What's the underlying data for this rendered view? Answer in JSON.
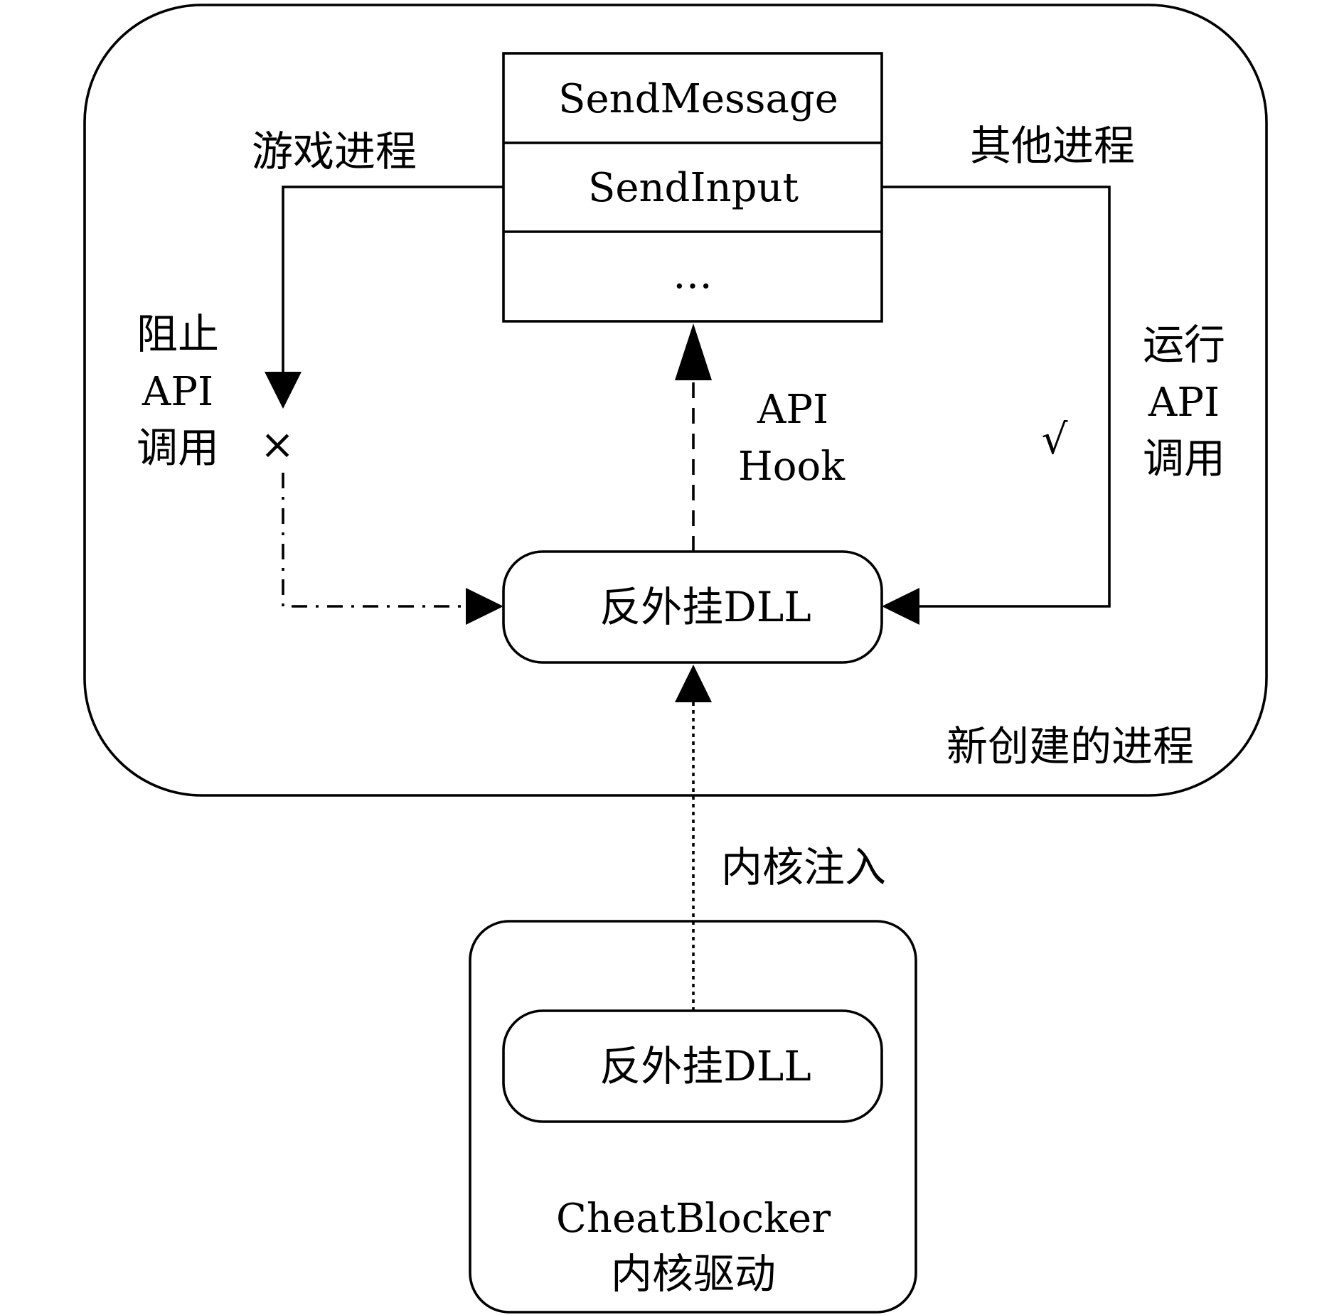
{
  "process_container": {
    "label": "新创建的进程"
  },
  "api_table": {
    "rows": [
      "SendMessage",
      "SendInput",
      "…"
    ]
  },
  "anticheat_dll_main": {
    "label": "反外挂DLL"
  },
  "game_process_label": "游戏进程",
  "other_process_label": "其他进程",
  "block_label": {
    "line1": "阻止",
    "line2": "API",
    "line3": "调用"
  },
  "run_label": {
    "line1": "运行",
    "line2": "API",
    "line3": "调用"
  },
  "api_hook_label": {
    "line1": "API",
    "line2": "Hook"
  },
  "block_mark": "×",
  "allow_mark": "√",
  "kernel_inject_label": "内核注入",
  "driver_container": {
    "dll_label": "反外挂DLL",
    "title_line1": "CheatBlocker",
    "title_line2": "内核驱动"
  }
}
